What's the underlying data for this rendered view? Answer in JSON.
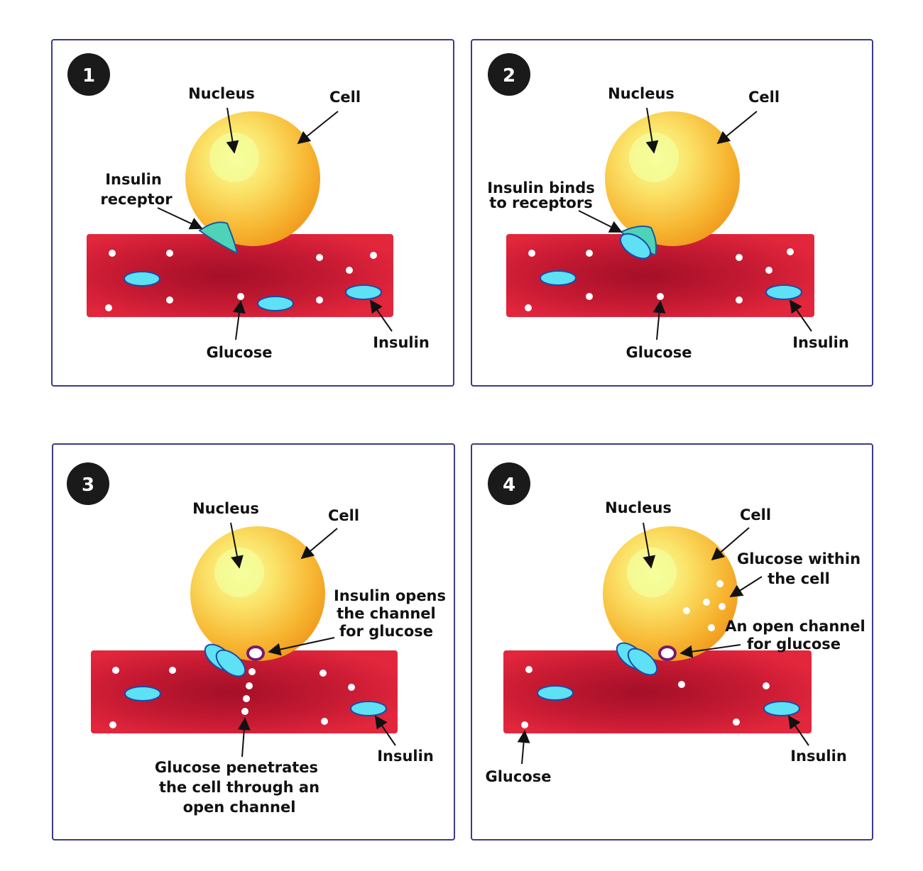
{
  "colors": {
    "frame": "#3a3a8c",
    "vessel": "#e2263c",
    "vessel_dark": "#a40f28",
    "cell": "#f5a623",
    "cell_light": "#f7ff9a",
    "insulin": "#5ee1f5",
    "receptor": "#4ed3b8",
    "channel": "#7a1a6e",
    "glucose": "#ffffff"
  },
  "panels": [
    {
      "number": "1",
      "labels": {
        "nucleus": "Nucleus",
        "cell": "Cell",
        "receptor_line1": "Insulin",
        "receptor_line2": "receptor",
        "glucose": "Glucose",
        "insulin": "Insulin"
      }
    },
    {
      "number": "2",
      "labels": {
        "nucleus": "Nucleus",
        "cell": "Cell",
        "binds_line1": "Insulin binds",
        "binds_line2": "to receptors",
        "glucose": "Glucose",
        "insulin": "Insulin"
      }
    },
    {
      "number": "3",
      "labels": {
        "nucleus": "Nucleus",
        "cell": "Cell",
        "opens_line1": "Insulin opens",
        "opens_line2": "the channel",
        "opens_line3": "for glucose",
        "penetrates_line1": "Glucose penetrates",
        "penetrates_line2": "the cell through an",
        "penetrates_line3": "open channel",
        "insulin": "Insulin"
      }
    },
    {
      "number": "4",
      "labels": {
        "nucleus": "Nucleus",
        "cell": "Cell",
        "within_line1": "Glucose within",
        "within_line2": "the cell",
        "channel_line1": "An open channel",
        "channel_line2": "for glucose",
        "glucose": "Glucose",
        "insulin": "Insulin"
      }
    }
  ]
}
